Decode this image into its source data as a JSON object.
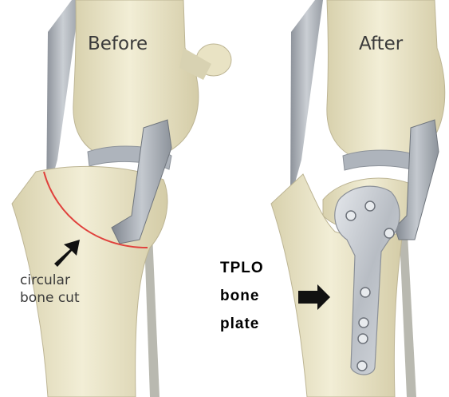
{
  "panels": {
    "before": {
      "title": "Before"
    },
    "after": {
      "title": "After"
    }
  },
  "annotations": {
    "cut": {
      "line1": "circular",
      "line2": "bone cut"
    },
    "plate": {
      "line1": "TPLO",
      "line2": "bone",
      "line3": "plate"
    }
  },
  "colors": {
    "bone": "#ece6c8",
    "bone_shadow": "#c9c2a0",
    "ligament": "#9ea4ad",
    "cut_line": "#e0413c",
    "plate": "#c8ccd2",
    "arrow": "#111111"
  }
}
